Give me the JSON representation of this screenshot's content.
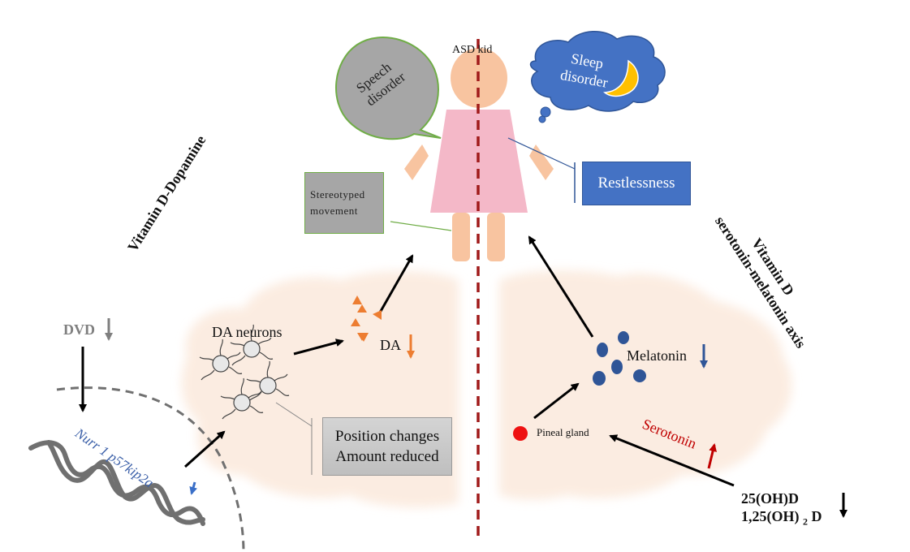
{
  "figure": {
    "center_label": "ASD kid",
    "symptoms": {
      "speech": [
        "Speech",
        "disorder"
      ],
      "sleep": [
        "Sleep",
        "disorder"
      ],
      "restlessness": "Restlessness",
      "stereotyped": [
        "Stereotyped",
        "movement"
      ]
    },
    "left_pathway": {
      "title": "Vitamin D-Dopamine",
      "dvd_label": "DVD",
      "genes_label": "Nurr 1  p57kip2a",
      "da_neurons_label": "DA neurons",
      "da_label": "DA",
      "effect_box": [
        "Position changes",
        "Amount reduced"
      ]
    },
    "right_pathway": {
      "title_line1": "Vitamin D",
      "title_line2": "serotonin-melatonin axis",
      "melatonin_label": "Melatonin",
      "pineal_label": "Pineal gland",
      "serotonin_label": "Serotonin",
      "vitd_line1": "25(OH)D",
      "vitd_line2_pre": "1,25(OH)",
      "vitd_line2_sub": "2",
      "vitd_line2_post": "D"
    },
    "colors": {
      "divider": "#a01a1a",
      "speech_bubble": "#a6a6a6",
      "speech_border": "#70ad47",
      "sleep_cloud": "#4472c4",
      "moon": "#ffc000",
      "restless_box": "#4472c4",
      "stereotyped_box": "#a6a6a6",
      "effect_box": "#c8c8c8",
      "dopamine": "#ed7d31",
      "melatonin": "#2f5597",
      "gene_text": "#3a5fa8",
      "serotonin": "#c00000",
      "pineal": "#ee1111",
      "dna": "#707070",
      "skin": "#f8c4a0",
      "dress": "#f4b8c8",
      "brain": "#fbe9dc"
    }
  }
}
